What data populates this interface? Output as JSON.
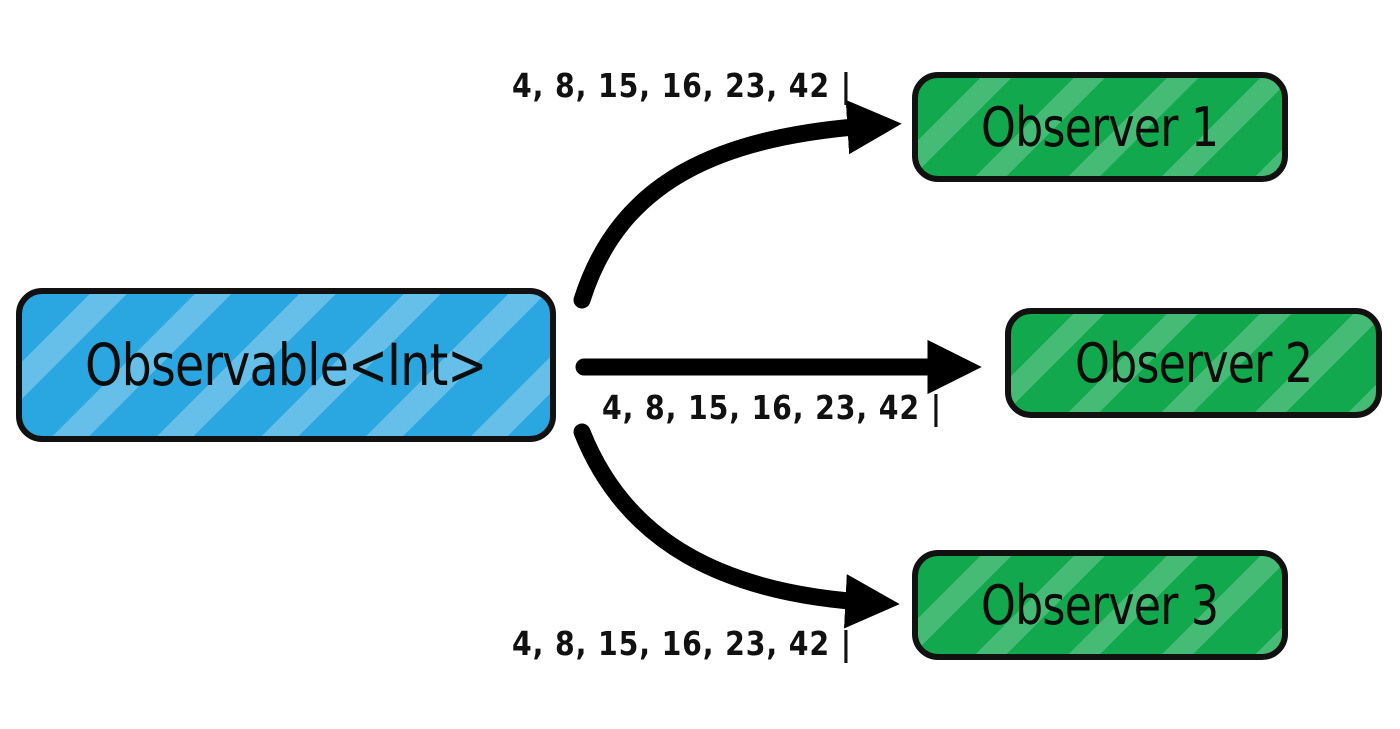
{
  "observable": {
    "label": "Observable<Int>",
    "color": "#2aa6e0"
  },
  "observers": [
    {
      "label": "Observer 1",
      "color": "#12a84e"
    },
    {
      "label": "Observer 2",
      "color": "#12a84e"
    },
    {
      "label": "Observer 3",
      "color": "#12a84e"
    }
  ],
  "streams": [
    {
      "values": "4, 8, 15, 16, 23, 42 |"
    },
    {
      "values": "4, 8, 15, 16, 23, 42 |"
    },
    {
      "values": "4, 8, 15, 16, 23, 42 |"
    }
  ]
}
